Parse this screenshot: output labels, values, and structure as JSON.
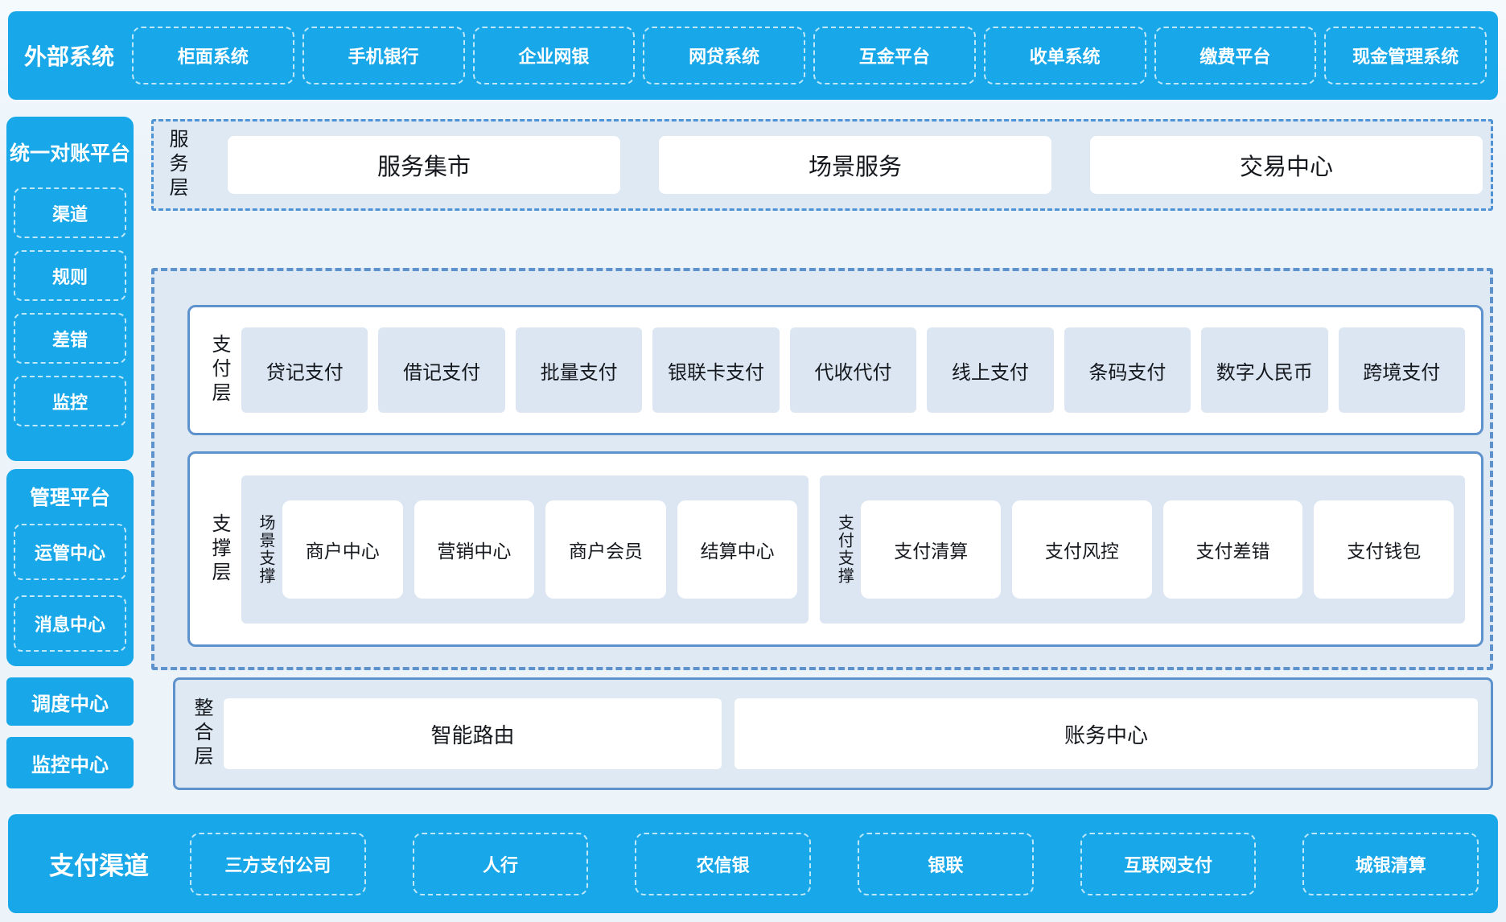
{
  "colors": {
    "accent_blue": "#18a8e9",
    "panel_bg": "#dfe9f4",
    "item_bg": "#dce6f2",
    "border_blue": "#5e92cc",
    "dashdot_blue": "#4f93d6",
    "page_bg": "#edf4fa",
    "text_dark": "#14181d",
    "text_white": "#ffffff"
  },
  "top_bar": {
    "title": "外部系统",
    "items": [
      "柜面系统",
      "手机银行",
      "企业网银",
      "网贷系统",
      "互金平台",
      "收单系统",
      "缴费平台",
      "现金管理系统"
    ]
  },
  "sidebar": {
    "panels": [
      {
        "title": "统一对账平台",
        "items": [
          "渠道",
          "规则",
          "差错",
          "监控"
        ]
      },
      {
        "title": "管理平台",
        "items": [
          "运管中心",
          "消息中心"
        ]
      }
    ],
    "blocks": [
      "调度中心",
      "监控中心"
    ]
  },
  "layers": {
    "service": {
      "label": "服务层",
      "items": [
        "服务集市",
        "场景服务",
        "交易中心"
      ]
    },
    "payment": {
      "label": "支付层",
      "items": [
        "贷记支付",
        "借记支付",
        "批量支付",
        "银联卡支付",
        "代收代付",
        "线上支付",
        "条码支付",
        "数字人民币",
        "跨境支付"
      ]
    },
    "support": {
      "label": "支撑层",
      "groups": [
        {
          "label": "场景支撑",
          "items": [
            "商户中心",
            "营销中心",
            "商户会员",
            "结算中心"
          ]
        },
        {
          "label": "支付支撑",
          "items": [
            "支付清算",
            "支付风控",
            "支付差错",
            "支付钱包"
          ]
        }
      ]
    },
    "integration": {
      "label": "整合层",
      "items": [
        "智能路由",
        "账务中心"
      ]
    }
  },
  "bottom_bar": {
    "title": "支付渠道",
    "items": [
      "三方支付公司",
      "人行",
      "农信银",
      "银联",
      "互联网支付",
      "城银清算"
    ]
  }
}
